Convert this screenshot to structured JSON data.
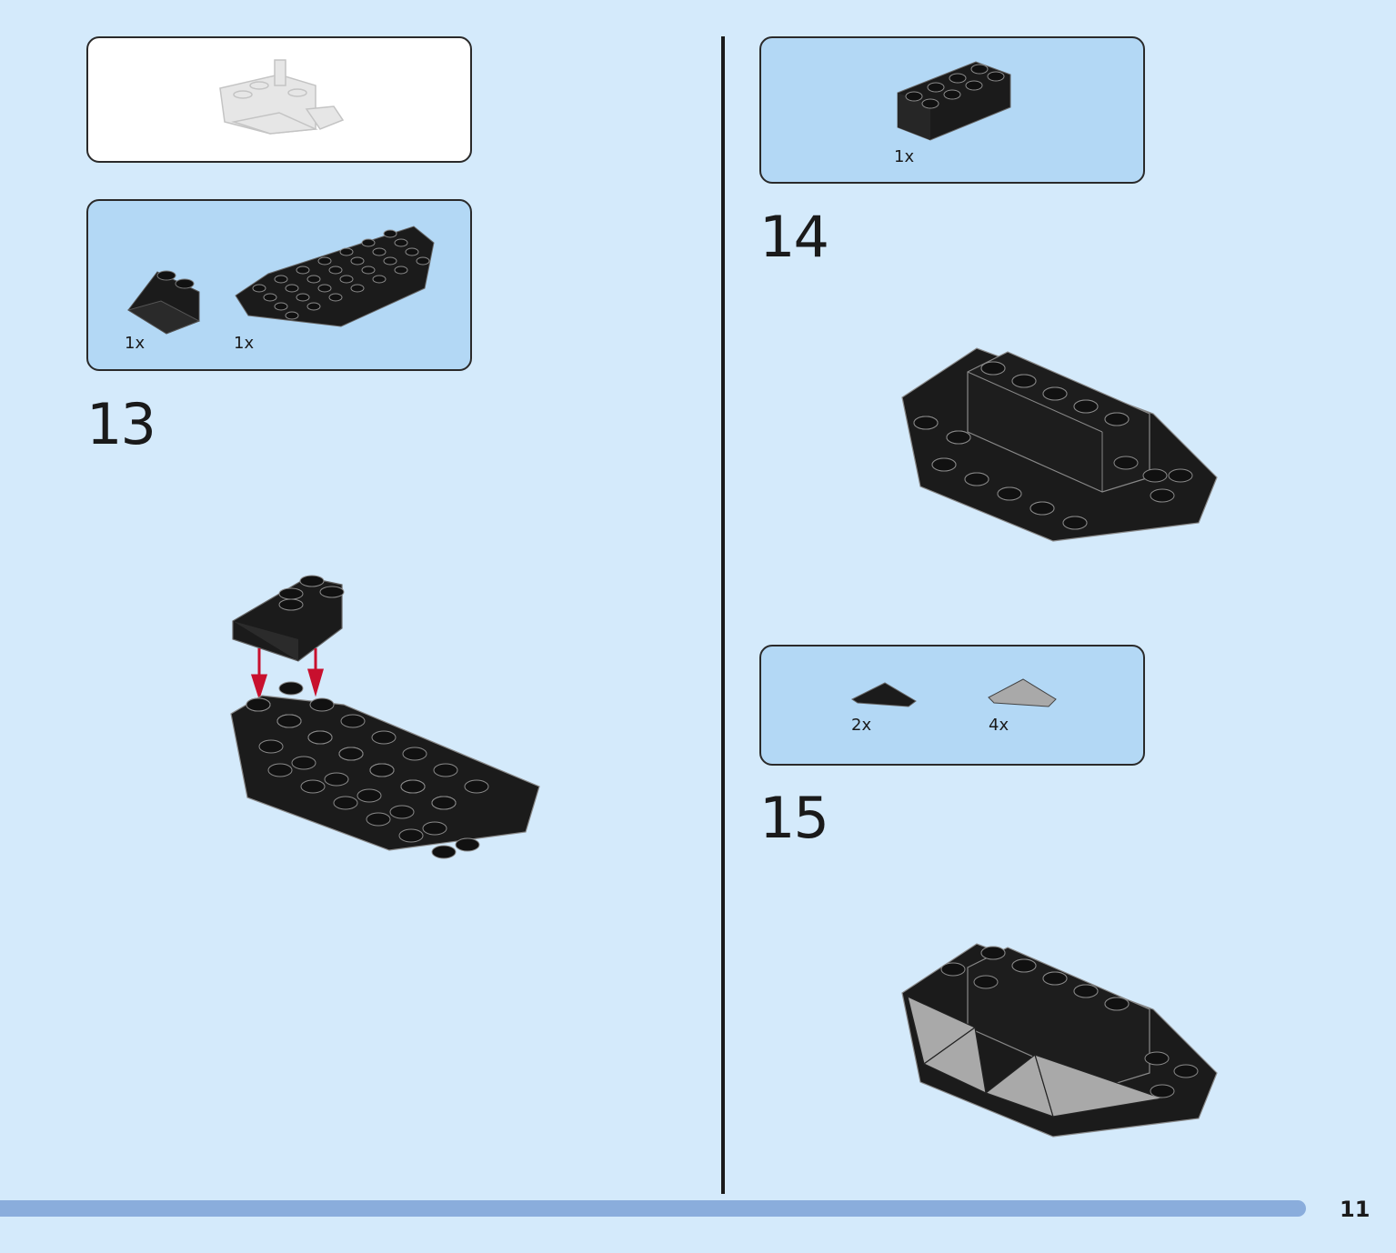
{
  "page": {
    "number": "11"
  },
  "steps": [
    {
      "number": "13",
      "parts": [
        {
          "qty": "1x",
          "name": "slope-brick-2x2"
        },
        {
          "qty": "1x",
          "name": "wedge-plate"
        }
      ]
    },
    {
      "number": "14",
      "parts": [
        {
          "qty": "1x",
          "name": "brick-2x4"
        }
      ]
    },
    {
      "number": "15",
      "parts": [
        {
          "qty": "2x",
          "name": "tile-triangle-black"
        },
        {
          "qty": "4x",
          "name": "tile-triangle-grey"
        }
      ]
    }
  ],
  "colors": {
    "background": "#d4eafb",
    "parts_box": "#b3d8f5",
    "brick": "#1b1b1b",
    "grey_tile": "#a9a9a9",
    "arrow": "#c8102e",
    "progress_bar": "#8aaddc"
  }
}
